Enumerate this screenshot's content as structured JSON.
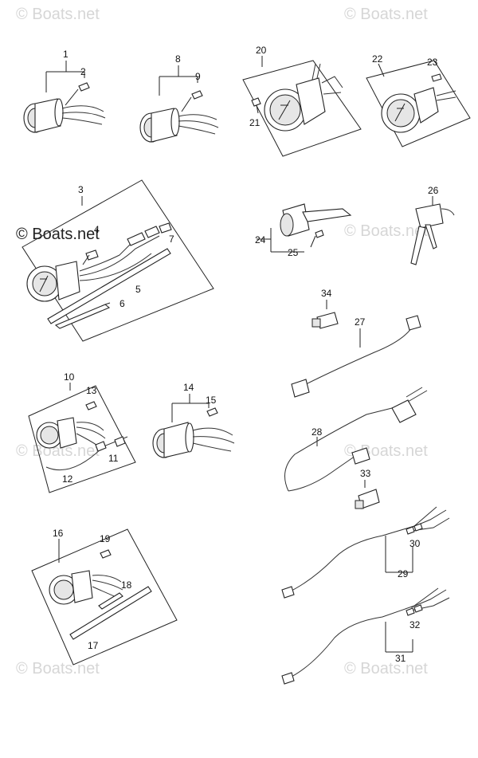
{
  "watermark": {
    "text": "© Boats.net",
    "featured_text": "© Boats.net"
  },
  "labels": [
    "1",
    "2",
    "3",
    "4",
    "5",
    "6",
    "7",
    "8",
    "9",
    "10",
    "11",
    "12",
    "13",
    "14",
    "15",
    "16",
    "17",
    "18",
    "19",
    "20",
    "21",
    "22",
    "23",
    "24",
    "25",
    "26",
    "27",
    "28",
    "29",
    "30",
    "31",
    "32",
    "33",
    "34"
  ]
}
